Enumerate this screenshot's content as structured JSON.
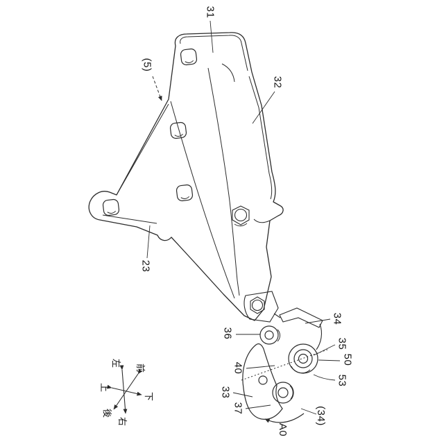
{
  "figure": {
    "background": "#ffffff",
    "line_color": "#2b2b2b",
    "labels": {
      "l31": "31",
      "l5": "(5)",
      "l32": "32",
      "l23": "23",
      "l34": "34",
      "l36": "36",
      "l35": "35",
      "l50": "50",
      "l53": "53",
      "l40": "40",
      "l33": "33",
      "l37": "37",
      "l34b": "(34)",
      "lA0": "A0"
    },
    "compass": {
      "left": "左",
      "front": "前",
      "up": "上",
      "down": "下",
      "rear": "後",
      "right": "右"
    }
  }
}
